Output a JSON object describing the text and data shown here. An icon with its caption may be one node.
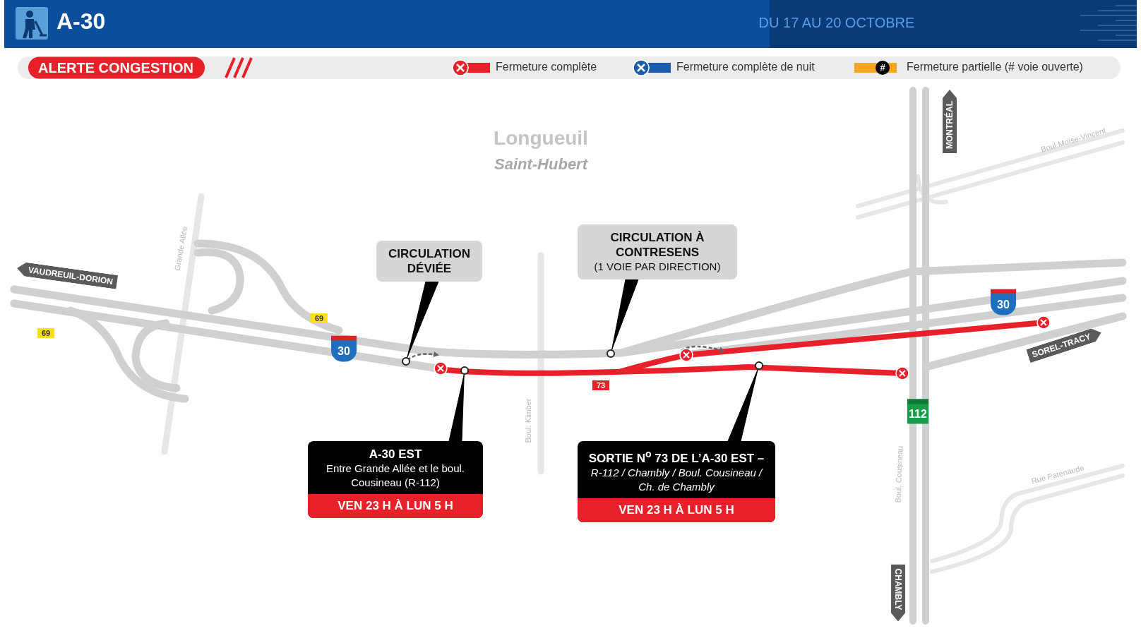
{
  "diagram": {
    "title": "A-30",
    "nodes": [
      {
        "text": [
          "CIRCULATION DÉVIÉE"
        ]
      },
      {
        "text": [
          "CIRCULATION À CONTRESENS",
          "(1 VOIE PAR DIRECTION)"
        ]
      },
      {
        "text": [
          "A-30 EST",
          "Entre Grande Allée et le boul. Cousineau (R-112)",
          "VEN 23 H À LUN 5 H"
        ]
      },
      {
        "text": [
          "SORTIE N$^{o}$ 73 DE L’A-30 EST –",
          "R-112 / Chambly / Boul. Cousineau / Ch. de Chambly",
          "VEN 23 H À LUN 5 H"
        ]
      },
      {
        "text": [],
        "shape": "circle"
      },
      {
        "text": [],
        "shape": "circle"
      },
      {
        "text": [],
        "shape": "circle"
      },
      {
        "text": [],
        "shape": "circle"
      }
    ],
    "edges": [
      {
        "from": 0,
        "to": 4,
        "arrow": "none"
      },
      {
        "from": 1,
        "to": 5,
        "arrow": "none"
      },
      {
        "from": 2,
        "to": 6,
        "arrow": "none"
      },
      {
        "from": 3,
        "to": 7,
        "arrow": "none"
      }
    ],
    "labels": [
      "DU 17 AU 20 OCTOBRE",
      "ALERTE CONGESTION",
      "#",
      "MONTRÉAL",
      "Longueuil",
      "Boul.Moïse-Vincent",
      "Saint-Hubert",
      "Grande Allée",
      "VAUDREUIL-DORION",
      "30",
      "69",
      "69",
      "SOREL-TRACY",
      "30",
      "73",
      "112",
      "Boul. Kimber",
      "Rue Patenaude",
      "Boul. Cousineau",
      "CHAMBLY"
    ],
    "legend": [
      {
        "text": "Fermeture complète",
        "color": "#e8202a"
      },
      {
        "text": "Fermeture complète de nuit",
        "color": "#1b5cab"
      },
      {
        "text": "Fermeture partielle (# voie ouverte)",
        "color": "#f5a81c"
      }
    ]
  }
}
